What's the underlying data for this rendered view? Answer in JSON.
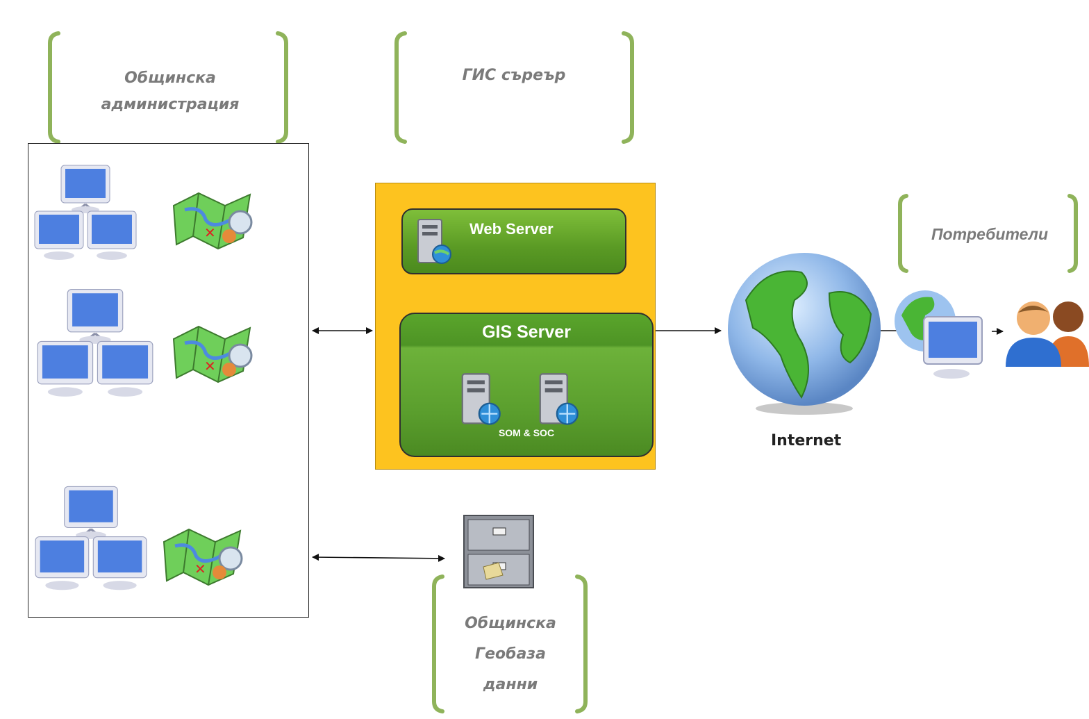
{
  "labels": {
    "admin": "Общинска\nадминистрация",
    "gis": "ГИС съреър",
    "users": "Потребители",
    "geodb": "Общинска\nГеобаза\nданни"
  },
  "boxes": {
    "web_server": "Web Server",
    "gis_server": "GIS Server",
    "som_soc": "SOM & SOC"
  },
  "internet": "Internet",
  "colors": {
    "bracket": "#8fb35a",
    "panel": "#fdc31f",
    "green_box": "#5a9e2d",
    "label_gray": "#7a7a7a"
  },
  "icons": [
    "network-computers-icon",
    "map-icon",
    "server-icon",
    "globe-icon",
    "file-cabinet-icon",
    "monitor-icon",
    "users-icon"
  ]
}
